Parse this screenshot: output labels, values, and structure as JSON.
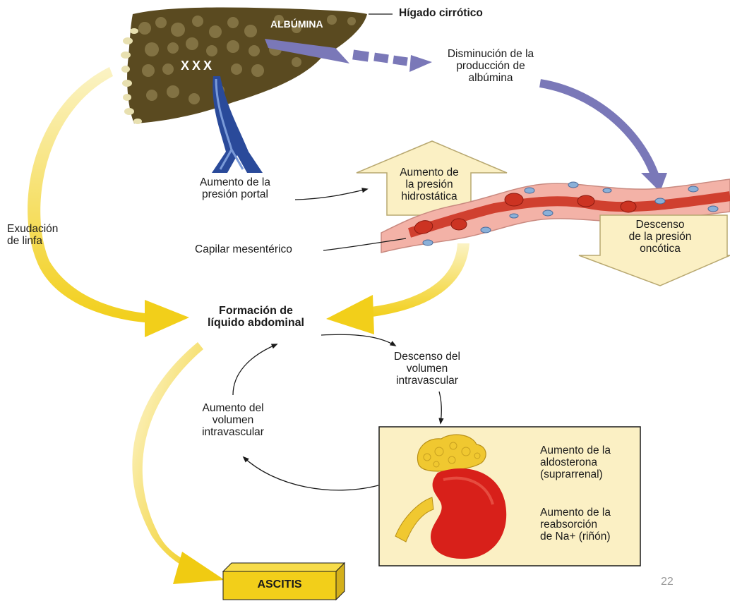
{
  "diagram": {
    "liver_title": "Hígado cirrótico",
    "albumin_label": "ALBÚMINA",
    "liver_mark": "XXX",
    "albumin_decrease": "Disminución de la\nproducción de\nalbúmina",
    "hydrostatic_increase": "Aumento de\nla presión\nhidrostática",
    "portal_pressure": "Aumento de la\npresión portal",
    "lymph_exudation": "Exudación\nde linfa",
    "mesenteric_capillary": "Capilar mesentérico",
    "oncotic_decrease": "Descenso\nde la presión\noncótica",
    "fluid_formation": "Formación de\nlíquido abdominal",
    "intravascular_decrease": "Descenso del\nvolumen\nintravascular",
    "intravascular_increase": "Aumento del\nvolumen\nintravascular",
    "aldosterone_increase": "Aumento de la\naldosterona\n(suprarrenal)",
    "sodium_reabsorption": "Aumento de la\nreabsorción\nde Na+ (riñón)",
    "ascites": "ASCITIS",
    "slide_number": "22"
  },
  "colors": {
    "liver": "#5a4a20",
    "liver_spots": "#8a7a4a",
    "albumin_arrow": "#7a78b8",
    "portal_vein": "#2a4a9a",
    "yellow_arrow": "#f2d21e",
    "box_fill": "#fbf0c4",
    "capillary": "#f3b2a7",
    "vessel": "#cc3322",
    "kidney": "#d8201a",
    "adrenal": "#f0c830"
  }
}
